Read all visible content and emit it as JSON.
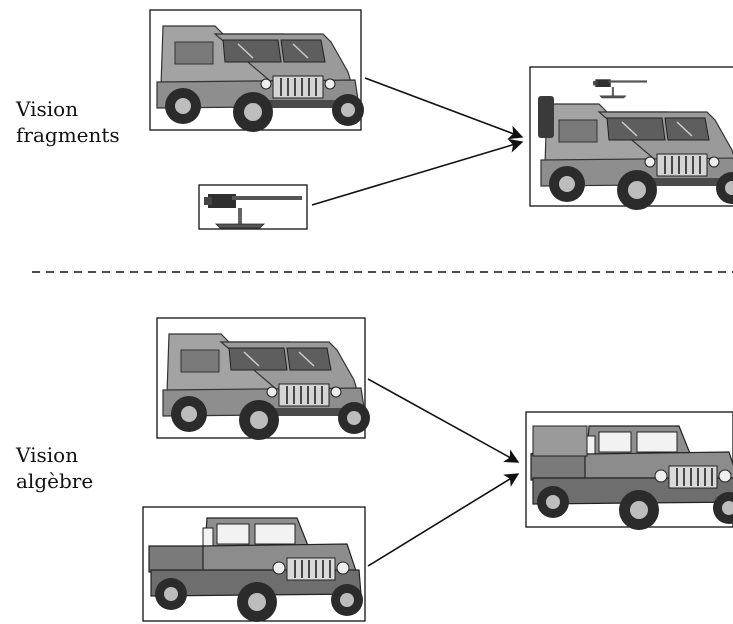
{
  "sections": [
    {
      "label_line1": "Vision",
      "label_line2": "fragments"
    },
    {
      "label_line1": "Vision",
      "label_line2": "algèbre"
    }
  ],
  "colors": {
    "vehicle_body": "#9c9c9c",
    "vehicle_dark": "#4a4a4a",
    "glass": "#6a6a6a",
    "tyre": "#2b2b2b",
    "rim": "#bdbdbd",
    "line": "#111111"
  },
  "icons": [
    "hardtop-humvee",
    "mounted-machine-gun",
    "armed-humvee",
    "open-pickup-humvee",
    "closed-humvee"
  ]
}
